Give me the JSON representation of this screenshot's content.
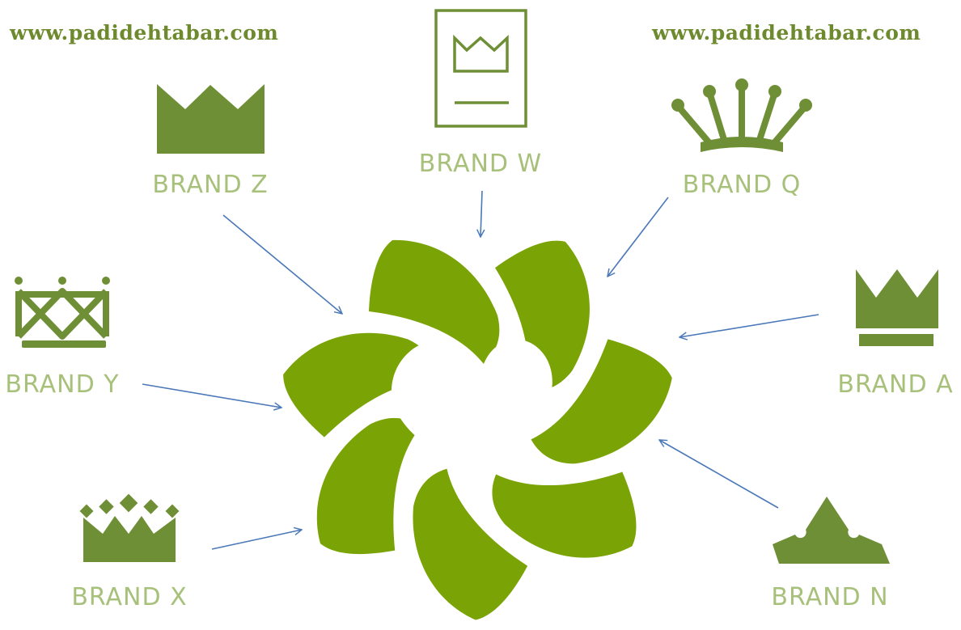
{
  "watermarks": {
    "left": "www.padidehtabar.com",
    "right": "www.padidehtabar.com"
  },
  "brands": {
    "z": "BRAND Z",
    "w": "BRAND W",
    "q": "BRAND Q",
    "y": "BRAND Y",
    "a": "BRAND A",
    "x": "BRAND X",
    "n": "BRAND N"
  },
  "icons": {
    "z": "crown-icon",
    "w": "crown-card-icon",
    "q": "jeweled-crown-icon",
    "y": "lattice-crown-icon",
    "a": "crown-with-base-icon",
    "x": "diamond-crown-icon",
    "n": "peaked-crown-icon",
    "center": "flower-heart-logo-icon"
  },
  "colors": {
    "watermark": "#6e8a2e",
    "icon": "#6f8f37",
    "label": "#a7c07a",
    "logo": "#7aa305",
    "arrow": "#4a78b8",
    "background": "#ffffff"
  }
}
